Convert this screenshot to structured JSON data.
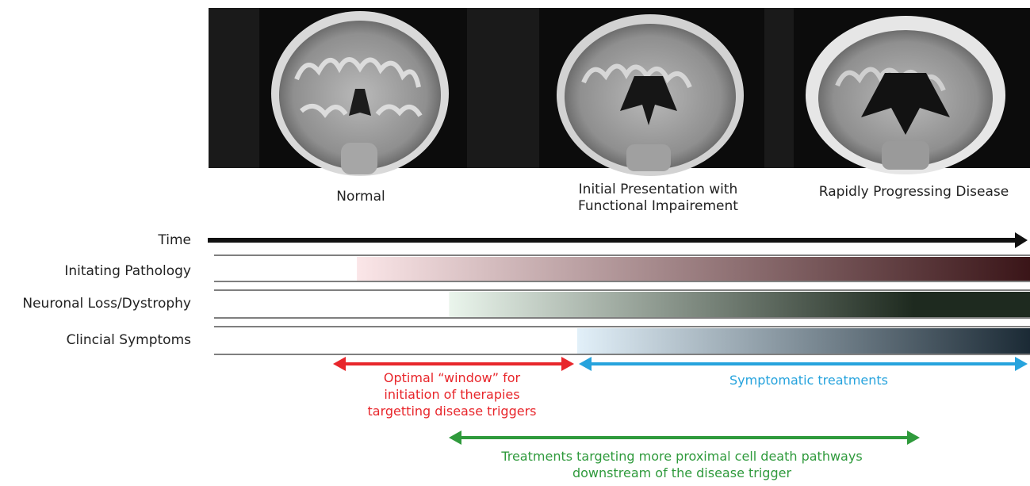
{
  "panels": [
    {
      "label": "Normal",
      "stage": "normal"
    },
    {
      "label": "Initial  Presentation with\nFunctional Impairement",
      "stage": "initial"
    },
    {
      "label": "Rapidly Progressing Disease",
      "stage": "rapid"
    }
  ],
  "timeline": {
    "time_label": "Time",
    "rows": [
      {
        "label": "Initating Pathology",
        "start_fraction": 0.175,
        "color": "#3a1518"
      },
      {
        "label": "Neuronal Loss/Dystrophy",
        "start_fraction": 0.288,
        "color": "#1e2a1f"
      },
      {
        "label": "Clincial Symptoms",
        "start_fraction": 0.445,
        "color": "#1b2a35"
      }
    ]
  },
  "annotations": {
    "optimal_window": "Optimal “window” for\ninitiation of therapies\ntargetting disease triggers",
    "symptomatic": "Symptomatic treatments",
    "proximal": "Treatments targeting more proximal cell death pathways\ndownstream of the disease trigger"
  },
  "colors": {
    "optimal": "#e8262b",
    "symptomatic": "#26a3dd",
    "proximal": "#2f9a3c",
    "time_arrow": "#111111"
  }
}
